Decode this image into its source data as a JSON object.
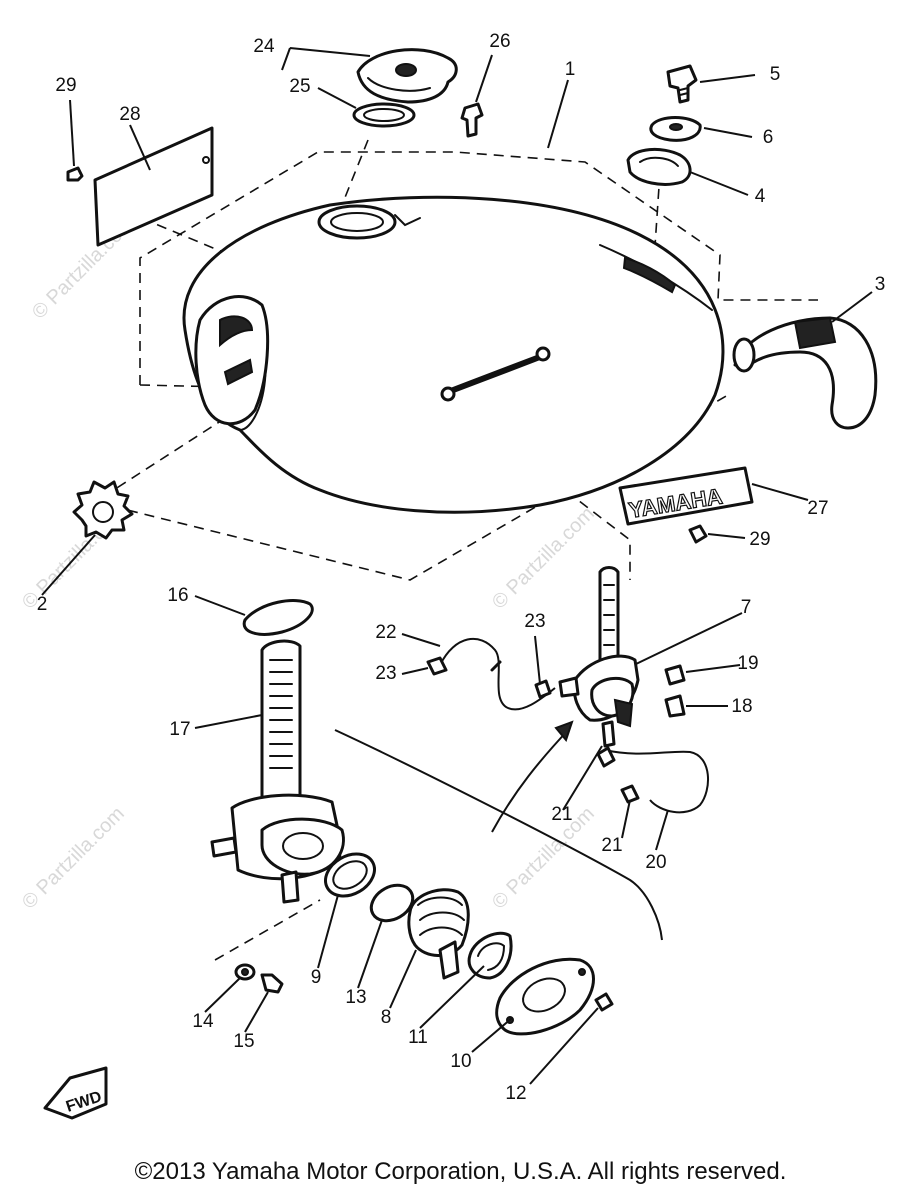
{
  "watermark": "© Partzilla.com",
  "copyright": "©2013 Yamaha Motor Corporation, U.S.A. All rights reserved.",
  "tank_badge": "YAMAHA",
  "direction_label": "FWD",
  "callouts": [
    "1",
    "2",
    "3",
    "4",
    "5",
    "6",
    "7",
    "8",
    "9",
    "10",
    "11",
    "12",
    "13",
    "14",
    "15",
    "16",
    "17",
    "18",
    "19",
    "20",
    "21",
    "21",
    "22",
    "23",
    "23",
    "24",
    "25",
    "26",
    "27",
    "28",
    "29",
    "29"
  ]
}
